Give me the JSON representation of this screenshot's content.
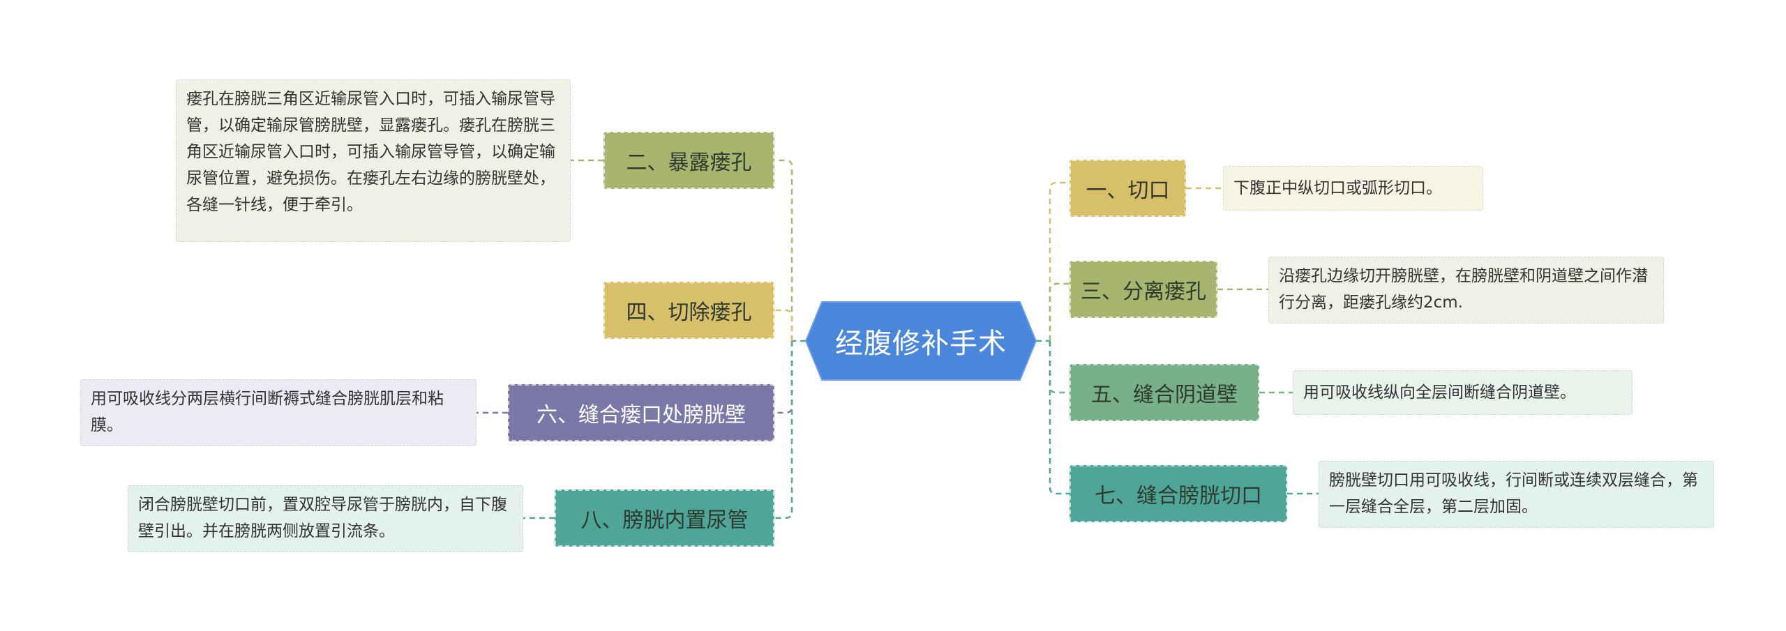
{
  "central_topic": "经腹修补手术",
  "colors": {
    "central": "#4a86d9",
    "step1": "#d8c06a",
    "step2": "#a8b56f",
    "step3": "#a8b56f",
    "step4": "#d8c06a",
    "step5": "#78b08a",
    "step6": "#7b78a8",
    "step7": "#4fa598",
    "step8": "#4fa598",
    "leaf_yellow": "#f7f4e3",
    "leaf_green": "#eef1e3",
    "leaf_mint": "#e8f3ec",
    "leaf_lavender": "#ebebf3",
    "leaf_teal": "#e3f1ef"
  },
  "left_branches": [
    {
      "label": "二、暴露瘘孔",
      "detail": "瘘孔在膀胱三角区近输尿管入口时，可插入输尿管导管，以确定输尿管膀胱壁，显露瘘孔。瘘孔在膀胱三角区近输尿管入口时，可插入输尿管导管，以确定输尿管位置，避免损伤。在瘘孔左右边缘的膀胱壁处，各缝一针线，便于牵引。"
    },
    {
      "label": "四、切除瘘孔",
      "detail": ""
    },
    {
      "label": "六、缝合瘘口处膀胱壁",
      "detail": "用可吸收线分两层横行间断褥式缝合膀胱肌层和粘膜。"
    },
    {
      "label": "八、膀胱内置尿管",
      "detail": "闭合膀胱壁切口前，置双腔导尿管于膀胱内，自下腹壁引出。并在膀胱两侧放置引流条。"
    }
  ],
  "right_branches": [
    {
      "label": "一、切口",
      "detail": "下腹正中纵切口或弧形切口。"
    },
    {
      "label": "三、分离瘘孔",
      "detail": "沿瘘孔边缘切开膀胱壁，在膀胱壁和阴道壁之间作潜行分离，距瘘孔缘约2cm."
    },
    {
      "label": "五、缝合阴道壁",
      "detail": "用可吸收线纵向全层间断缝合阴道壁。"
    },
    {
      "label": "七、缝合膀胱切口",
      "detail": "膀胱壁切口用可吸收线，行间断或连续双层缝合，第一层缝合全层，第二层加固。"
    }
  ]
}
